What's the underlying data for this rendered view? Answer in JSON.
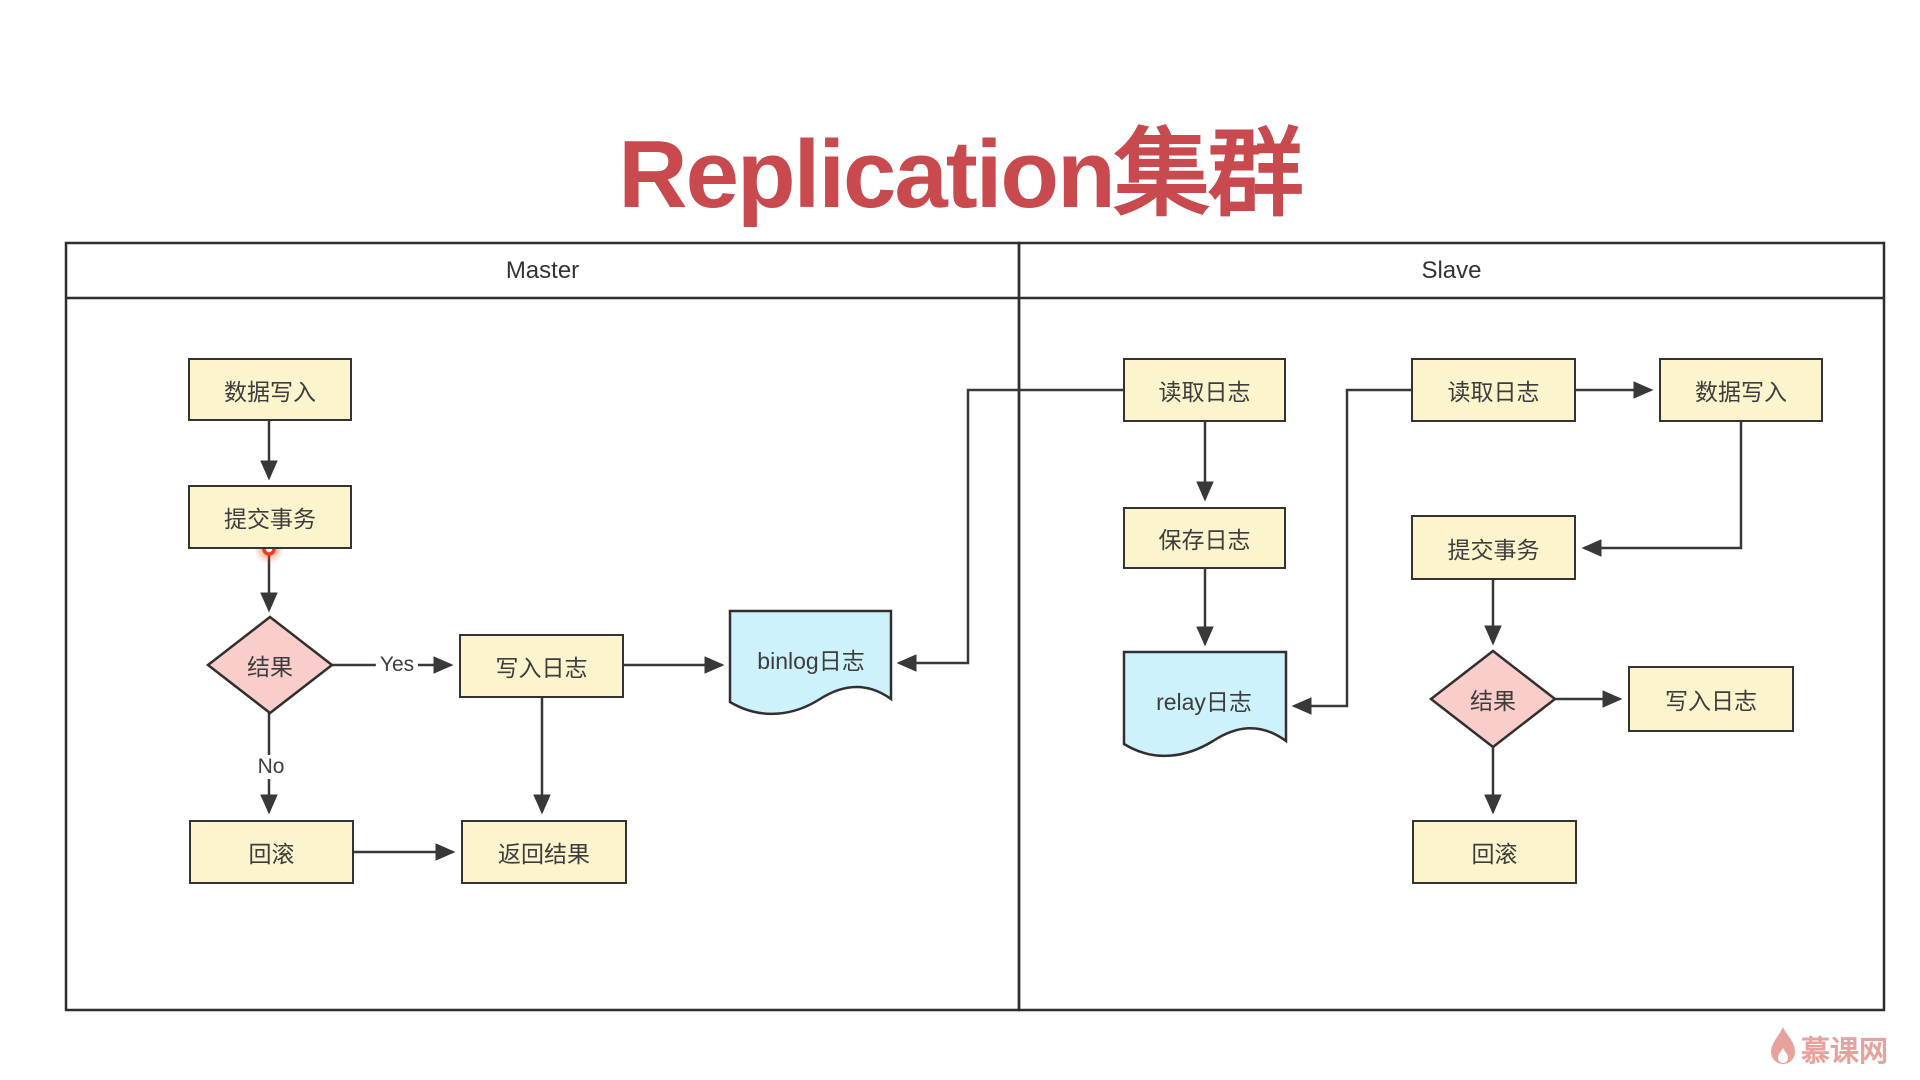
{
  "title": {
    "text": "Replication集群"
  },
  "colors": {
    "title_red": "#C8494E",
    "node_fill_yellow": "#FBF4CD",
    "node_border": "#333333",
    "decision_fill_pink": "#F9CDC9",
    "document_fill_cyan": "#CDF2FB",
    "connector_line": "#383838",
    "laser_dot_red": "#EF3B22",
    "watermark_pink": "#E7A29D"
  },
  "panels": {
    "master": {
      "label": "Master"
    },
    "slave": {
      "label": "Slave"
    }
  },
  "master": {
    "nodes": {
      "data_write": {
        "label": "数据写入"
      },
      "commit": {
        "label": "提交事务"
      },
      "result": {
        "label": "结果"
      },
      "write_log": {
        "label": "写入日志"
      },
      "binlog": {
        "label": "binlog日志"
      },
      "rollback": {
        "label": "回滚"
      },
      "return_result": {
        "label": "返回结果"
      }
    },
    "edges": {
      "yes_label": "Yes",
      "no_label": "No"
    }
  },
  "slave": {
    "nodes": {
      "read_log_left": {
        "label": "读取日志"
      },
      "save_log": {
        "label": "保存日志"
      },
      "relay_log": {
        "label": "relay日志"
      },
      "read_log_right": {
        "label": "读取日志"
      },
      "data_write": {
        "label": "数据写入"
      },
      "commit": {
        "label": "提交事务"
      },
      "result": {
        "label": "结果"
      },
      "write_log": {
        "label": "写入日志"
      },
      "rollback": {
        "label": "回滚"
      }
    }
  },
  "watermark": {
    "text": "慕课网"
  }
}
